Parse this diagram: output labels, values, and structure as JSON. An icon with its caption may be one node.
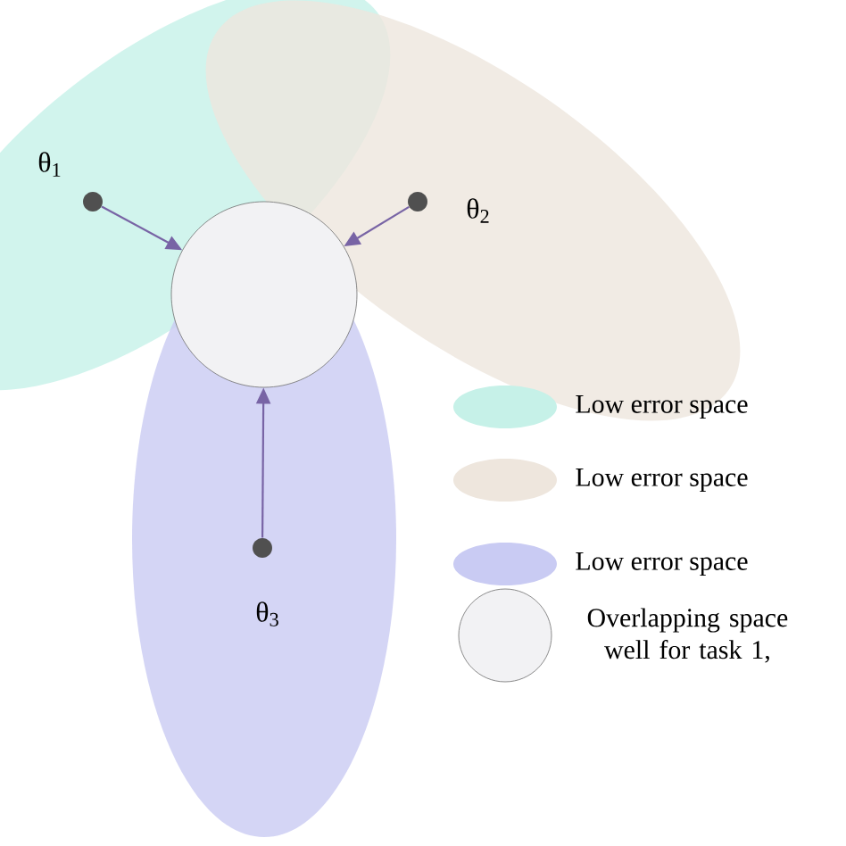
{
  "diagram": {
    "nodes": [
      {
        "text": [],
        "shape": "circle"
      },
      {
        "text": [],
        "shape": "circle",
        "beside": [
          "θ$_{1}$"
        ]
      },
      {
        "text": [],
        "shape": "circle",
        "beside": [
          "θ$_{2}$"
        ]
      },
      {
        "text": [],
        "shape": "circle",
        "beside": [
          "θ$_{3}$"
        ]
      }
    ],
    "edges": [
      {
        "from": 1,
        "to": 0,
        "arrow": "to"
      },
      {
        "from": 2,
        "to": 0,
        "arrow": "to"
      },
      {
        "from": 3,
        "to": 0,
        "arrow": "to"
      }
    ],
    "legend": [
      {
        "text": "Low error space",
        "color": "#c6f1e8"
      },
      {
        "text": "Low error space",
        "color": "#eee6dd"
      },
      {
        "text": "Low error space",
        "color": "#c9cbf3"
      },
      {
        "text": "Overlapping space well for task 1,"
      }
    ]
  }
}
